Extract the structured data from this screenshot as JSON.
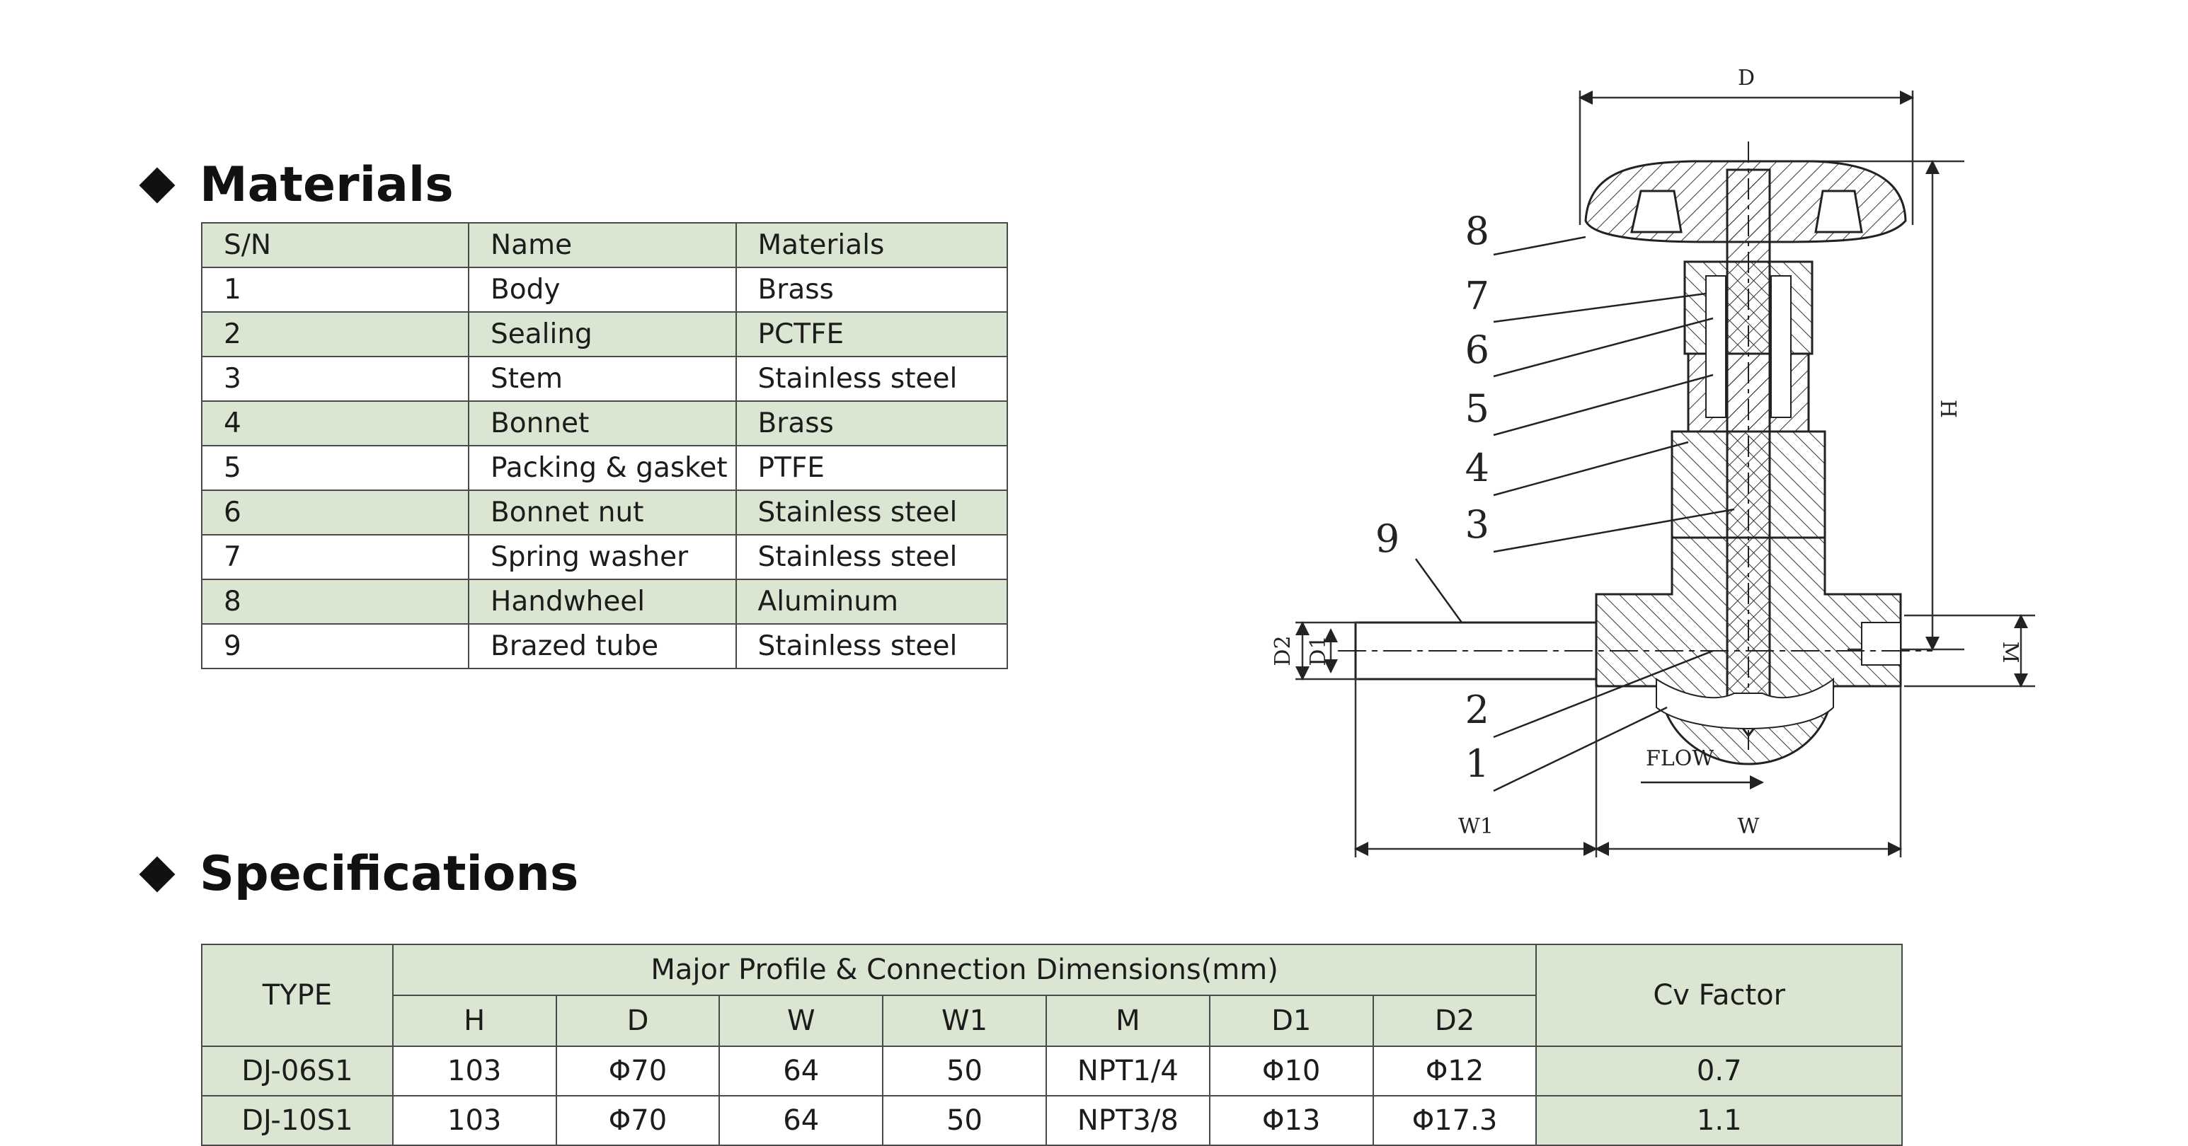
{
  "materials": {
    "heading": "Materials",
    "columns": [
      "S/N",
      "Name",
      "Materials"
    ],
    "rows": [
      {
        "sn": "1",
        "name": "Body",
        "material": "Brass"
      },
      {
        "sn": "2",
        "name": "Sealing",
        "material": "PCTFE"
      },
      {
        "sn": "3",
        "name": "Stem",
        "material": "Stainless steel"
      },
      {
        "sn": "4",
        "name": "Bonnet",
        "material": "Brass"
      },
      {
        "sn": "5",
        "name": "Packing & gasket",
        "material": "PTFE"
      },
      {
        "sn": "6",
        "name": "Bonnet nut",
        "material": "Stainless steel"
      },
      {
        "sn": "7",
        "name": "Spring washer",
        "material": "Stainless steel"
      },
      {
        "sn": "8",
        "name": "Handwheel",
        "material": "Aluminum"
      },
      {
        "sn": "9",
        "name": "Brazed tube",
        "material": "Stainless steel"
      }
    ]
  },
  "specifications": {
    "heading": "Specifications",
    "type_header": "TYPE",
    "group_header": "Major Profile & Connection Dimensions(mm)",
    "cv_header": "Cv Factor",
    "dim_headers": [
      "H",
      "D",
      "W",
      "W1",
      "M",
      "D1",
      "D2"
    ],
    "rows": [
      {
        "type": "DJ-06S1",
        "H": "103",
        "D": "Φ70",
        "W": "64",
        "W1": "50",
        "M": "NPT1/4",
        "D1": "Φ10",
        "D2": "Φ12",
        "cv": "0.7"
      },
      {
        "type": "DJ-10S1",
        "H": "103",
        "D": "Φ70",
        "W": "64",
        "W1": "50",
        "M": "NPT3/8",
        "D1": "Φ13",
        "D2": "Φ17.3",
        "cv": "1.1"
      }
    ]
  },
  "drawing": {
    "dimension_labels": {
      "D": "D",
      "H": "H",
      "W": "W",
      "W1": "W1",
      "M": "M",
      "D1": "D1",
      "D2": "D2"
    },
    "callouts": [
      "8",
      "7",
      "6",
      "5",
      "4",
      "3",
      "9",
      "2",
      "1"
    ],
    "flow_label": "FLOW"
  },
  "colors": {
    "header_fill": "#dbe6d2",
    "border": "#4a4a4a",
    "text": "#1c1c1c"
  }
}
